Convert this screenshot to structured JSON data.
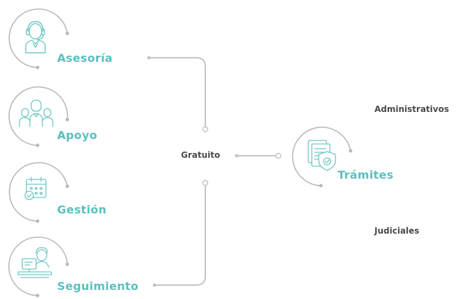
{
  "services": [
    {
      "label": "Asesoría",
      "icon": "customer-service-agent-icon"
    },
    {
      "label": "Apoyo",
      "icon": "people-group-icon"
    },
    {
      "label": "Gestión",
      "icon": "calendar-icon"
    },
    {
      "label": "Seguimiento",
      "icon": "person-at-computer-icon"
    }
  ],
  "center": {
    "label": "Gratuito"
  },
  "procedure": {
    "label": "Trámites",
    "icon": "documents-shield-icon"
  },
  "procedure_types": [
    "Administrativos",
    "Judiciales"
  ],
  "colors": {
    "accent": "#5cc0bf",
    "ring": "#b8b8b8",
    "line": "#c4c4c4",
    "icon_stroke": "#6ec6c5",
    "text_dark": "#4a4a4a"
  }
}
